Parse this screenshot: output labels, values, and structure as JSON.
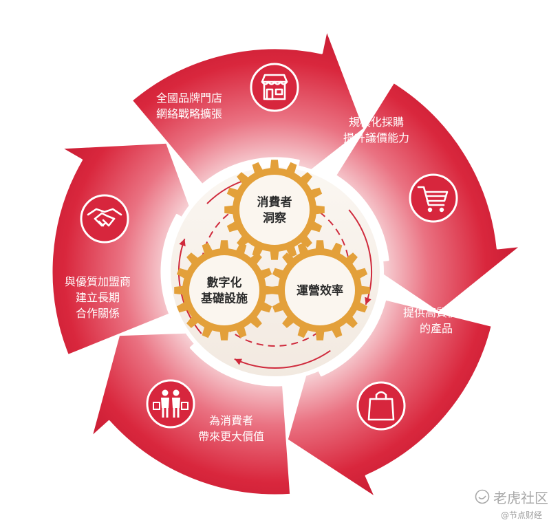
{
  "colors": {
    "primary": "#d7263d",
    "primary_light": "#f7dde0",
    "gear": "#e3a03a",
    "center_fill": "#f6f0ea",
    "dash_ring": "#cf2a3c",
    "text_white": "#ffffff",
    "text_dark": "#2b2b2b"
  },
  "segments": [
    {
      "lines": [
        "全國品牌門店",
        "網絡戰略擴張"
      ],
      "icon": "storefront-icon"
    },
    {
      "lines": [
        "規模化採購",
        "提升議價能力"
      ],
      "icon": "shopping-cart-icon"
    },
    {
      "lines": [
        "提供高質價比",
        "的產品"
      ],
      "icon": "shopping-bag-star-icon"
    },
    {
      "lines": [
        "為消費者",
        "帶來更大價值"
      ],
      "icon": "couple-shoppers-icon"
    },
    {
      "lines": [
        "與優質加盟商",
        "建立長期",
        "合作關係"
      ],
      "icon": "handshake-icon"
    }
  ],
  "gears": [
    {
      "lines": [
        "消費者",
        "洞察"
      ]
    },
    {
      "lines": [
        "運營效率"
      ]
    },
    {
      "lines": [
        "數字化",
        "基礎設施"
      ]
    }
  ],
  "watermark": {
    "brand": "老虎社区",
    "sub": "@节点财经"
  }
}
